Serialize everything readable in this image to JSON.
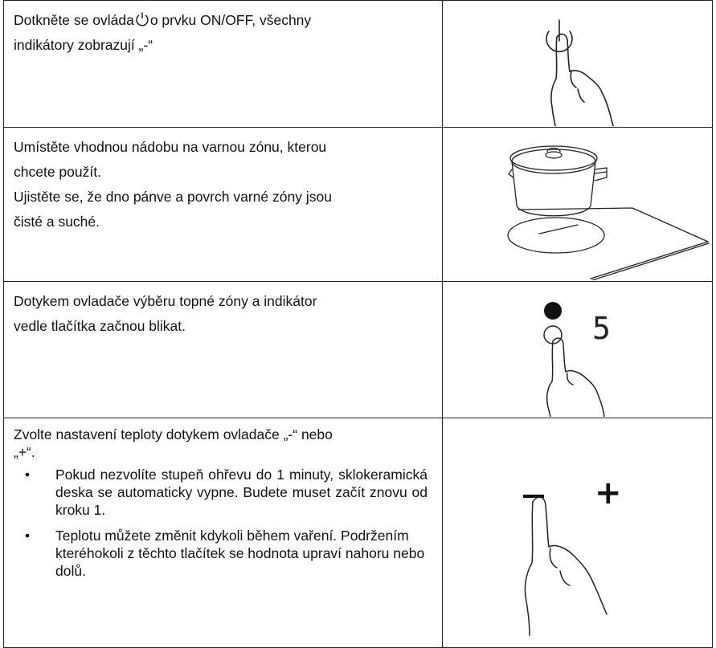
{
  "steps": [
    {
      "line1_before_icon": "Dotkněte se ovláda",
      "line1_after_icon": "o prvku ON/OFF, všechny",
      "line2": "indikátory zobrazují „-“",
      "illustration": "power-button-touch"
    },
    {
      "lines": [
        "Umístěte vhodnou nádobu na varnou zónu, kterou",
        "chcete použít.",
        "Ujistěte se, že dno pánve a povrch varné zóny jsou",
        "čisté a suché."
      ],
      "illustration": "pot-on-cooking-zone"
    },
    {
      "lines": [
        "Dotykem ovladače výběru topné zóny a indikátor",
        "vedle tlačítka začnou blikat."
      ],
      "display_digit": "5",
      "illustration": "zone-select-touch"
    },
    {
      "intro_line1": "Zvolte nastavení teploty dotykem ovladače „-“ nebo",
      "intro_line2": "„+“.",
      "bullets": [
        "Pokud nezvolíte stupeň ohřevu do 1 minuty, sklokeramická deska se automaticky vypne. Budete muset začít znovu od kroku 1.",
        "Teplotu můžete změnit kdykoli během vaření. Podržením kteréhokoli z těchto tlačítek se hodnota upraví nahoru nebo dolů."
      ],
      "bullet_symbol": "•",
      "plus_symbol": "+",
      "illustration": "minus-plus-touch"
    }
  ]
}
